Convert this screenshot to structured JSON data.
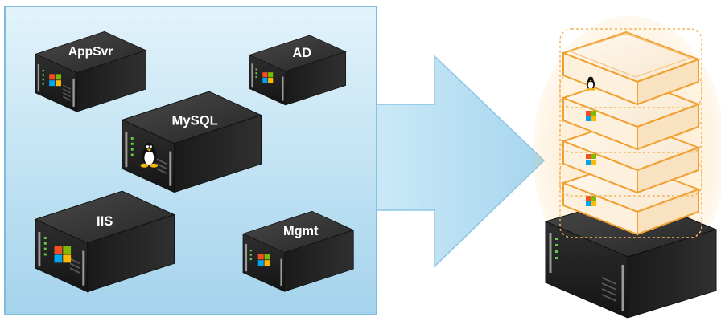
{
  "diagram": {
    "servers": [
      {
        "label": "AppSvr",
        "os_icon": "windows-icon"
      },
      {
        "label": "AD",
        "os_icon": "windows-icon"
      },
      {
        "label": "MySQL",
        "os_icon": "linux-tux-icon"
      },
      {
        "label": "IIS",
        "os_icon": "windows-icon"
      },
      {
        "label": "Mgmt",
        "os_icon": "windows-icon"
      }
    ],
    "consolidated_vms": [
      {
        "os_icon": "linux-tux-icon"
      },
      {
        "os_icon": "windows-icon"
      },
      {
        "os_icon": "windows-icon"
      },
      {
        "os_icon": "windows-icon"
      }
    ],
    "colors": {
      "panel_fill_top": "#dcf0fa",
      "panel_fill_bottom": "#a9d6ee",
      "panel_border": "#7fbcdc",
      "arrow_fill": "#b9dff2",
      "server_dark": "#2b2b2b",
      "vm_outline": "#f0a030",
      "vm_fill": "#fdf3e6"
    }
  }
}
